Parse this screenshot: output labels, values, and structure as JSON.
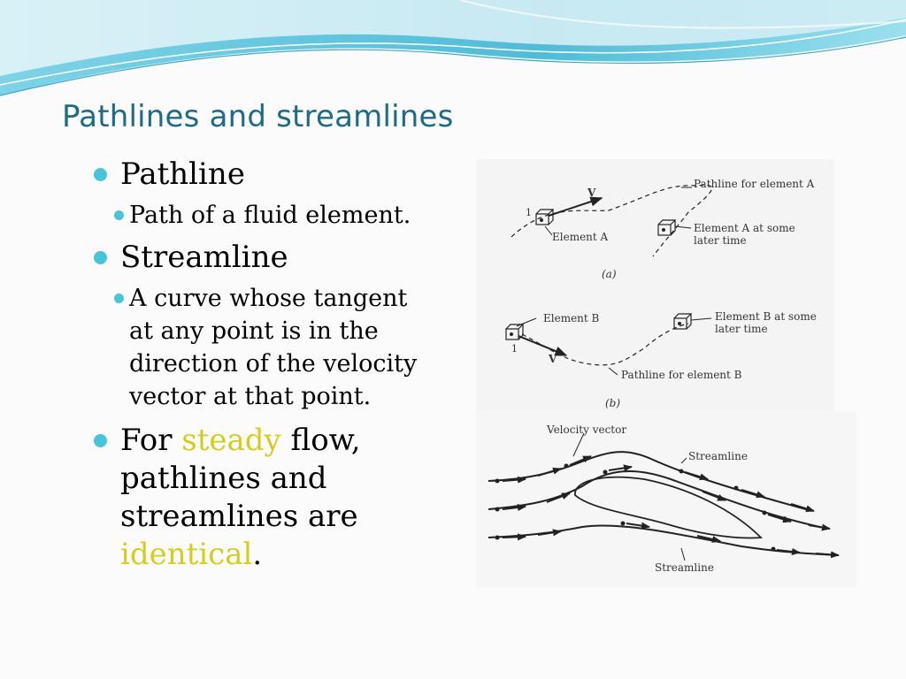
{
  "slide": {
    "title": "Pathlines and streamlines",
    "bullets": {
      "pathline": "Pathline",
      "pathline_sub": "Path of a fluid element.",
      "streamline": "Streamline",
      "streamline_sub": [
        "A curve whose tangent",
        "at any point is in the",
        "direction of the velocity",
        "vector at that point."
      ],
      "steady_lines": [
        {
          "pre": "For ",
          "hl": "steady",
          "post": " flow,"
        },
        {
          "pre": "pathlines and",
          "hl": "",
          "post": ""
        },
        {
          "pre": "streamlines are",
          "hl": "",
          "post": ""
        },
        {
          "pre": "",
          "hl": "identical",
          "post": "."
        }
      ]
    }
  },
  "figure": {
    "a": {
      "pathline_label": "Pathline for element A",
      "v_label": "V",
      "point_label": "1",
      "element_label": "Element A",
      "later_label_1": "Element A at some",
      "later_label_2": "later time",
      "caption": "(a)"
    },
    "b": {
      "element_label": "Element B",
      "later_label_1": "Element B at some",
      "later_label_2": "later time",
      "point_label": "1",
      "v_label": "V",
      "pathline_label": "Pathline for element B",
      "caption": "(b)"
    },
    "c": {
      "velocity_label": "Velocity vector",
      "streamline_top": "Streamline",
      "streamline_bottom": "Streamline"
    }
  },
  "colors": {
    "title": "#1e6b85",
    "bullet": "#47c4d8",
    "highlight": "#d6cc1e"
  }
}
